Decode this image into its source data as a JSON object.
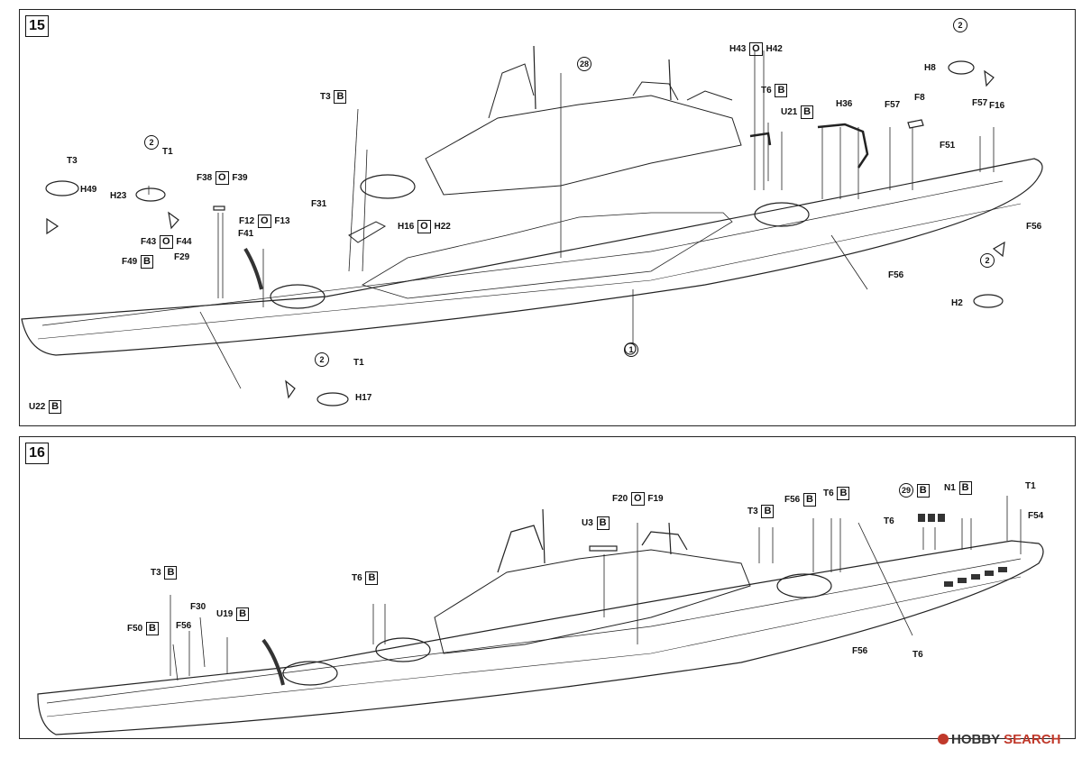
{
  "steps": [
    {
      "number": "15"
    },
    {
      "number": "16"
    }
  ],
  "labels15": {
    "t3a": "T3",
    "h49": "H49",
    "n2a": "2",
    "t1a": "T1",
    "h23": "H23",
    "f38": "F38",
    "o1": "O",
    "f39": "F39",
    "f43": "F43",
    "o2": "O",
    "f44": "F44",
    "f49": "F49",
    "b1": "B",
    "f29": "F29",
    "f12": "F12",
    "o3": "O",
    "f13": "F13",
    "f41": "F41",
    "t3b": "T3",
    "b2": "B",
    "f31": "F31",
    "h16": "H16",
    "o4": "O",
    "h22": "H22",
    "n28": "28",
    "h43": "H43",
    "o5": "O",
    "h42": "H42",
    "t6": "T6",
    "b3": "B",
    "u21": "U21",
    "b4": "B",
    "h36": "H36",
    "f57a": "F57",
    "f8": "F8",
    "f51": "F51",
    "f57b": "F57",
    "f16": "F16",
    "n2b": "2",
    "h8": "H8",
    "f56a": "F56",
    "f56b": "F56",
    "n2c": "2",
    "h2": "H2",
    "n1": "1",
    "n2d": "2",
    "t1b": "T1",
    "h17": "H17",
    "u22": "U22",
    "b5": "B"
  },
  "labels16": {
    "f20": "F20",
    "o6": "O",
    "f19": "F19",
    "u3": "U3",
    "b6": "B",
    "t3c": "T3",
    "b7": "B",
    "f56c": "F56",
    "b8": "B",
    "t6b": "T6",
    "b9": "B",
    "t6c": "T6",
    "n29": "29",
    "b10": "B",
    "n1b": "N1",
    "b11": "B",
    "t1c": "T1",
    "f54": "F54",
    "t3d": "T3",
    "b12": "B",
    "t6d": "T6",
    "b13": "B",
    "f30": "F30",
    "f56d": "F56",
    "u19": "U19",
    "b14": "B",
    "f50": "F50",
    "b15": "B",
    "f56e": "F56",
    "t6e": "T6"
  },
  "watermark": {
    "text1": "HOBBY",
    "text2": "SEARCH"
  }
}
